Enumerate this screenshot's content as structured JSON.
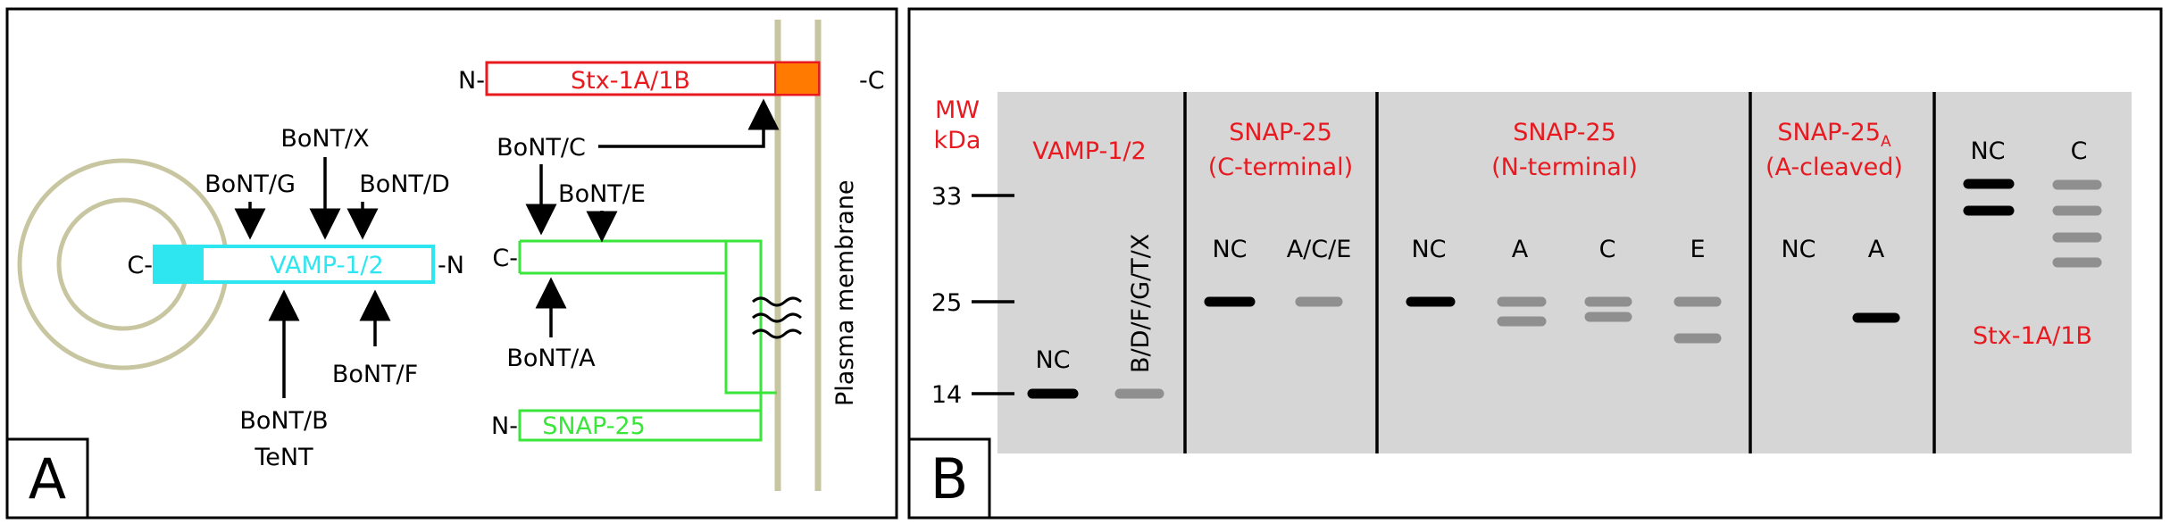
{
  "panel_a": {
    "letter": "A",
    "stx_label": "Stx-1A/1B",
    "stx_n": "N-",
    "stx_c": "-C",
    "vamp_label": "VAMP-1/2",
    "vamp_c": "C-",
    "vamp_n": "-N",
    "snap_label": "SNAP-25",
    "snap_c": "C-",
    "snap_n": "N-",
    "membrane_label": "Plasma membrane",
    "toxins": {
      "x": "BoNT/X",
      "g": "BoNT/G",
      "d": "BoNT/D",
      "b": "BoNT/B",
      "tent": "TeNT",
      "f": "BoNT/F",
      "c": "BoNT/C",
      "e": "BoNT/E",
      "a": "BoNT/A"
    },
    "colors": {
      "vamp": "#2ee6f0",
      "stx": "#e8191f",
      "stx_tmd": "#ff7a00",
      "snap": "#39e639",
      "membrane": "#c8c6a0"
    }
  },
  "panel_b": {
    "letter": "B",
    "mw_label": "MW",
    "kda_label": "kDa",
    "markers": [
      "33",
      "25",
      "14"
    ],
    "sections": {
      "vamp": {
        "title": "VAMP-1/2",
        "lanes": [
          "NC",
          "B/D/F/G/T/X"
        ]
      },
      "snap_c": {
        "title1": "SNAP-25",
        "title2": "(C-terminal)",
        "lanes": [
          "NC",
          "A/C/E"
        ]
      },
      "snap_n": {
        "title1": "SNAP-25",
        "title2": "(N-terminal)",
        "lanes": [
          "NC",
          "A",
          "C",
          "E"
        ]
      },
      "snap_a": {
        "title1": "SNAP-25",
        "title_sub": "A",
        "title2": "(A-cleaved)",
        "lanes": [
          "NC",
          "A"
        ]
      },
      "stx": {
        "title": "Stx-1A/1B",
        "lanes": [
          "NC",
          "C"
        ]
      }
    },
    "colors": {
      "gel": "#d6d6d6",
      "band_dark": "#000000",
      "band_light": "#8f8f8f",
      "title": "#e8191f"
    }
  }
}
